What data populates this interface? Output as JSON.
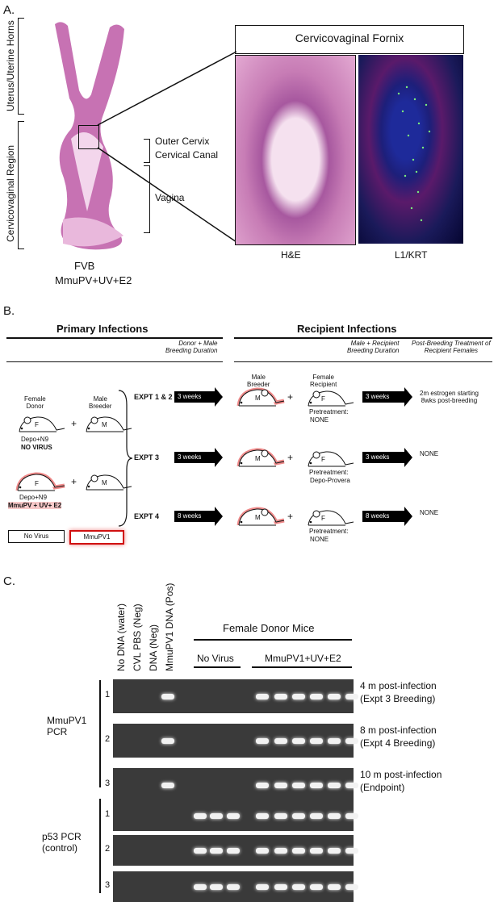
{
  "panel_a": {
    "letter": "A.",
    "bracket_uterus": "Uterus/Uterine Horns",
    "bracket_cervicovaginal": "Cervicovaginal Region",
    "label_outer_cervix": "Outer Cervix",
    "label_cervical_canal": "Cervical Canal",
    "label_vagina": "Vagina",
    "strain": "FVB",
    "treatment": "MmuPV+UV+E2",
    "zoom_title": "Cervicovaginal Fornix",
    "stain_he": "H&E",
    "stain_l1": "L1/KRT"
  },
  "panel_b": {
    "letter": "B.",
    "primary_title": "Primary Infections",
    "recipient_title": "Recipient Infections",
    "donor_male_duration": "Donor + Male\nBreeding Duration",
    "male_recipient_duration": "Male + Recipient\nBreeding Duration",
    "post_breeding_header": "Post-Breeding Treatment of\nRecipient Females",
    "female_donor": "Female\nDonor",
    "male_breeder": "Male\nBreeder",
    "male_breeder2": "Male\nBreeder",
    "female_recipient": "Female\nRecipient",
    "donor1_pre": "Depo+N9",
    "donor1_virus": "NO VIRUS",
    "donor2_pre": "Depo+N9",
    "donor2_virus": "MmuPV + UV+ E2",
    "legend_no_virus": "No Virus",
    "legend_mmupv1": "MmuPV1",
    "plus": "+",
    "f": "F",
    "m": "M",
    "experiments": [
      {
        "name": "EXPT 1 & 2",
        "duration": "3 weeks",
        "pretreatment_label": "Pretreatment:",
        "pretreatment": "NONE",
        "recipient_duration": "3 weeks",
        "post": "2m estrogen starting\n8wks post-breeding"
      },
      {
        "name": "EXPT 3",
        "duration": "3 weeks",
        "pretreatment_label": "Pretreatment:",
        "pretreatment": "Depo-Provera",
        "recipient_duration": "3 weeks",
        "post": "NONE"
      },
      {
        "name": "EXPT 4",
        "duration": "8 weeks",
        "pretreatment_label": "Pretreatment:",
        "pretreatment": "NONE",
        "recipient_duration": "8 weeks",
        "post": "NONE"
      }
    ]
  },
  "panel_c": {
    "letter": "C.",
    "lane_headers": [
      "No DNA (water)",
      "CVL PBS (Neg)",
      "DNA (Neg)",
      "MmuPV1 DNA (Pos)"
    ],
    "group_title": "Female Donor Mice",
    "group_no_virus": "No Virus",
    "group_mmupv": "MmuPV1+UV+E2",
    "mmupv_pcr_label": "MmuPV1\nPCR",
    "p53_pcr_label": "p53 PCR\n(control)",
    "row_numbers": [
      "1",
      "2",
      "3"
    ],
    "timepoints": [
      {
        "line1": "4 m post-infection",
        "line2": "(Expt 3 Breeding)"
      },
      {
        "line1": "8 m post-infection",
        "line2": "(Expt 4 Breeding)"
      },
      {
        "line1": "10 m post-infection",
        "line2": "(Endpoint)"
      }
    ]
  }
}
